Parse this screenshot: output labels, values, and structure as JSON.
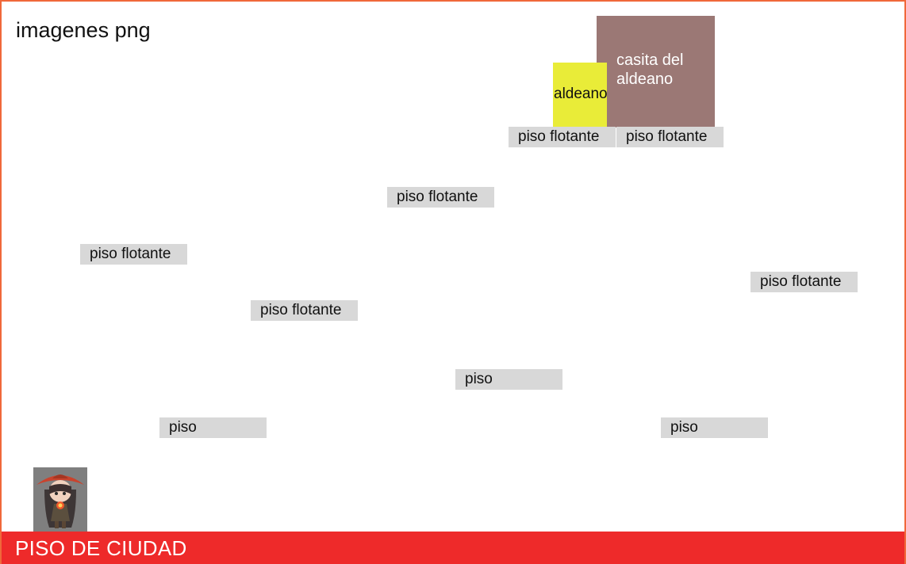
{
  "title": "imagenes png",
  "house": {
    "label": "casita del aldeano"
  },
  "villager": {
    "label": "aldeano"
  },
  "platforms": [
    {
      "label": "piso flotante"
    },
    {
      "label": "piso flotante"
    },
    {
      "label": "piso flotante"
    },
    {
      "label": "piso flotante"
    },
    {
      "label": "piso flotante"
    },
    {
      "label": "piso flotante"
    },
    {
      "label": "piso"
    },
    {
      "label": "piso"
    },
    {
      "label": "piso"
    }
  ],
  "ground": {
    "label": "PISO DE CIUDAD"
  },
  "player": {
    "icon": "player-character-icon"
  },
  "colors": {
    "house": "#9b7875",
    "villager": "#e9ec38",
    "platform": "#d8d8d8",
    "ground": "#ee2a2a",
    "border": "#f0683a"
  }
}
